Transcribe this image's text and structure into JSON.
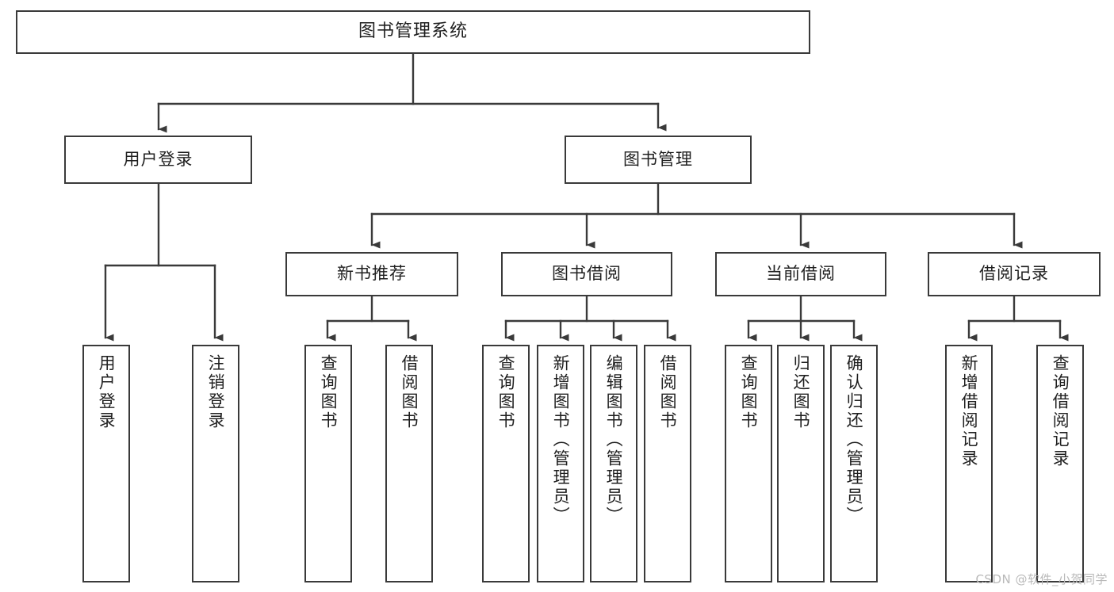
{
  "diagram": {
    "title": "图书管理系统",
    "type": "tree-hierarchy",
    "root": {
      "label": "图书管理系统"
    },
    "level1": [
      {
        "label": "用户登录"
      },
      {
        "label": "图书管理"
      }
    ],
    "level2": [
      {
        "label": "新书推荐"
      },
      {
        "label": "图书借阅"
      },
      {
        "label": "当前借阅"
      },
      {
        "label": "借阅记录"
      }
    ],
    "leaves": {
      "user_login": [
        {
          "label": "用户登录"
        },
        {
          "label": "注销登录"
        }
      ],
      "new_book_recommend": [
        {
          "label": "查询图书"
        },
        {
          "label": "借阅图书"
        }
      ],
      "book_borrow": [
        {
          "label": "查询图书"
        },
        {
          "label": "新增图书（管理员）"
        },
        {
          "label": "编辑图书（管理员）"
        },
        {
          "label": "借阅图书"
        }
      ],
      "current_borrow": [
        {
          "label": "查询图书"
        },
        {
          "label": "归还图书"
        },
        {
          "label": "确认归还（管理员）"
        }
      ],
      "borrow_record": [
        {
          "label": "新增借阅记录"
        },
        {
          "label": "查询借阅记录"
        }
      ]
    }
  },
  "watermark": {
    "text": "CSDN @软件_小贺同学"
  },
  "colors": {
    "stroke": "#3a3a3a",
    "background": "#ffffff",
    "text": "#1f1f1f",
    "watermark": "#b9b9b9"
  }
}
